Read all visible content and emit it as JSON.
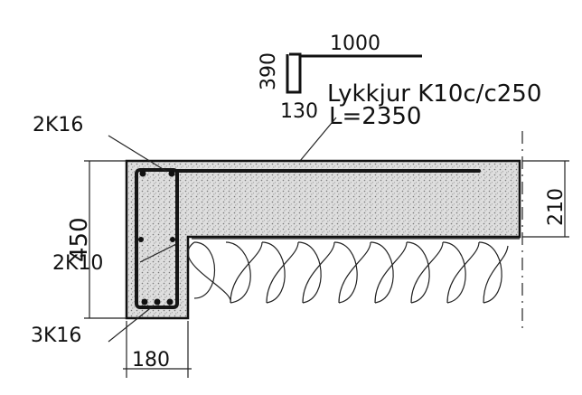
{
  "labels": {
    "bend_length": "1000",
    "bend_height": "390",
    "bend_width": "130",
    "bar_spec": "Lykkjur K10c/c250",
    "bar_length": "L=2350",
    "top_bars": "2K16",
    "height": "450",
    "side_bars": "2K10",
    "bottom_bars": "3K16",
    "width": "180",
    "slab_thickness": "210"
  },
  "colors": {
    "ink": "#111111",
    "concrete": "#d9d9d9",
    "background": "#ffffff"
  },
  "icons": {
    "insulation": "insulation-loops-pattern",
    "concrete": "concrete-hatch-pattern"
  }
}
